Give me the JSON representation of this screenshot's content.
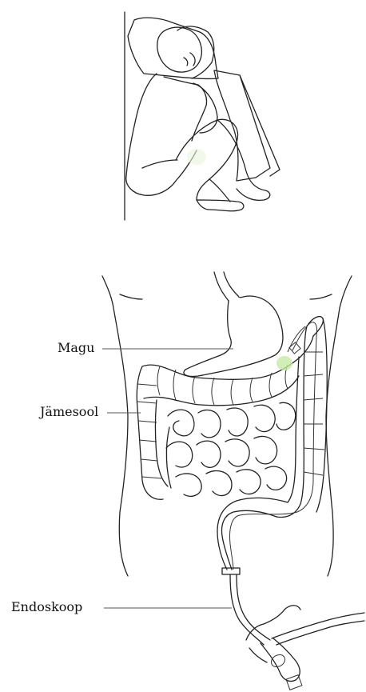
{
  "labels": {
    "stomach": "Magu",
    "colon": "Jämesool",
    "endoscope": "Endoskoop"
  },
  "colors": {
    "line": "#222222",
    "highlight": "#c8e8a8"
  },
  "icons": {
    "patient": "patient-lying-side-icon",
    "torso": "abdomen-anatomy-illustration"
  }
}
